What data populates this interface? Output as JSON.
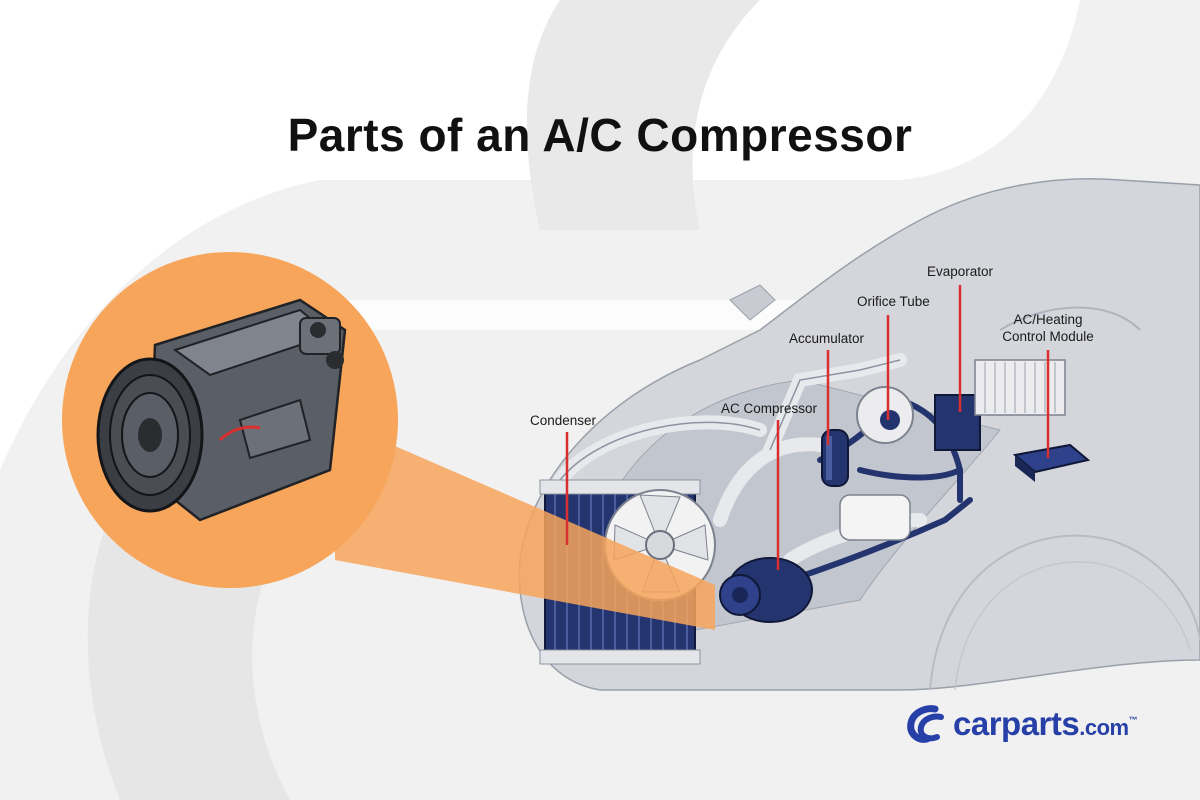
{
  "title": "Parts of an A/C Compressor",
  "labels": {
    "condenser": "Condenser",
    "ac_compressor": "AC Compressor",
    "accumulator": "Accumulator",
    "orifice_tube": "Orifice Tube",
    "evaporator": "Evaporator",
    "control_module_line1": "AC/Heating",
    "control_module_line2": "Control Module"
  },
  "logo": {
    "brand": "carparts",
    "suffix": ".com",
    "tm": "™"
  },
  "colors": {
    "accent_orange": "#F7A55A",
    "navy_parts": "#24346E",
    "leader_red": "#D9302F",
    "brand_blue": "#2740A8",
    "backdrop_gray": "#EFEFEF"
  }
}
